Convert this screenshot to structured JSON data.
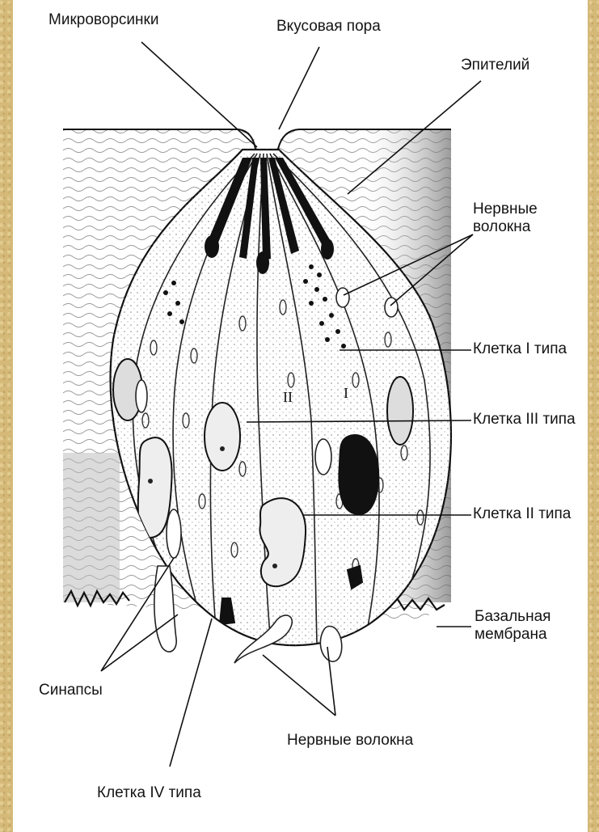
{
  "labels": {
    "microvilli": "Микроворсинки",
    "taste_pore": "Вкусовая пора",
    "epithelium": "Эпителий",
    "nerve_fibers_top": "Нервные волокна",
    "cell_type_1": "Клетка I типа",
    "cell_type_3": "Клетка III типа",
    "cell_type_2": "Клетка II типа",
    "basal_membrane": "Базальная мембрана",
    "synapses": "Синапсы",
    "nerve_fibers_bottom": "Нервные волокна",
    "cell_type_4": "Клетка IV типа"
  },
  "in_figure_marks": {
    "roman_2": "II",
    "roman_1": "I"
  },
  "colors": {
    "frame": "#d4b978",
    "background": "#ffffff",
    "ink": "#141414"
  }
}
